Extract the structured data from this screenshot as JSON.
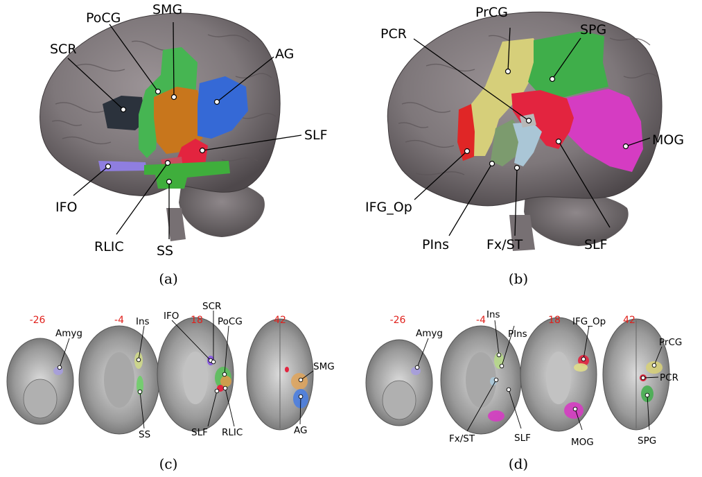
{
  "panels": {
    "a": {
      "caption": "(a)",
      "labels": {
        "pocg": "PoCG",
        "smg": "SMG",
        "scr": "SCR",
        "ag": "AG",
        "slf": "SLF",
        "ifo": "IFO",
        "rlic": "RLIC",
        "ss": "SS"
      }
    },
    "b": {
      "caption": "(b)",
      "labels": {
        "prcg": "PrCG",
        "pcr": "PCR",
        "spg": "SPG",
        "mog": "MOG",
        "ifg_op": "IFG_Op",
        "pins": "PIns",
        "fxst": "Fx/ST",
        "slf": "SLF"
      }
    },
    "c": {
      "caption": "(c)",
      "slice_numbers": [
        "-26",
        "-4",
        "18",
        "42"
      ],
      "labels": {
        "amyg": "Amyg",
        "ins": "Ins",
        "ifo": "IFO",
        "scr": "SCR",
        "pocg": "PoCG",
        "smg": "SMG",
        "ss": "SS",
        "slf": "SLF",
        "rlic": "RLIC",
        "ag": "AG"
      }
    },
    "d": {
      "caption": "(d)",
      "slice_numbers": [
        "-26",
        "-4",
        "18",
        "42"
      ],
      "labels": {
        "amyg": "Amyg",
        "ins": "Ins",
        "pins": "PIns",
        "ifg_op": "IFG_Op",
        "prcg": "PrCG",
        "pcr": "PCR",
        "fxst": "Fx/ST",
        "slf": "SLF",
        "mog": "MOG",
        "spg": "SPG"
      }
    }
  },
  "region_colors": {
    "scr": "#2b323c",
    "pocg": "#46b552",
    "smg": "#c8761c",
    "ag": "#3569d6",
    "slf": "#e3243f",
    "ifo": "#8f7ee0",
    "rlic": "#c84d5e",
    "ss": "#3fae3c",
    "prcg": "#d6cf7a",
    "spg": "#3fae4a",
    "mog": "#d53cc2",
    "ifg_op": "#e02626",
    "pins": "#7c9b6e",
    "fxst": "#aac6d6",
    "pcr": "#b8b8b8"
  }
}
